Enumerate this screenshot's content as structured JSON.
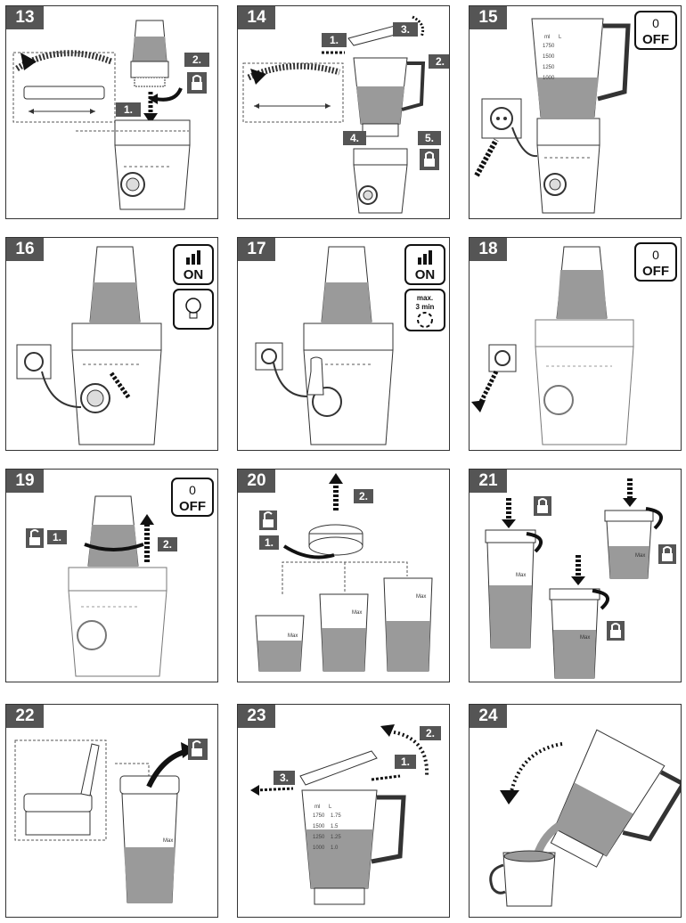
{
  "panels": [
    {
      "number": "13",
      "steps": [
        "1.",
        "2."
      ]
    },
    {
      "number": "14",
      "steps": [
        "1.",
        "2.",
        "3.",
        "4.",
        "5."
      ]
    },
    {
      "number": "15",
      "state": {
        "symbol": "0",
        "label": "OFF"
      }
    },
    {
      "number": "16",
      "state": {
        "symbol": "bars",
        "label": "ON"
      }
    },
    {
      "number": "17",
      "state": {
        "symbol": "bars",
        "label": "ON"
      },
      "timer": {
        "line1": "max.",
        "line2": "3 min"
      }
    },
    {
      "number": "18",
      "state": {
        "symbol": "0",
        "label": "OFF"
      }
    },
    {
      "number": "19",
      "steps": [
        "1.",
        "2."
      ],
      "state": {
        "symbol": "0",
        "label": "OFF"
      }
    },
    {
      "number": "20",
      "steps": [
        "1.",
        "2."
      ]
    },
    {
      "number": "21"
    },
    {
      "number": "22"
    },
    {
      "number": "23",
      "steps": [
        "1.",
        "2.",
        "3."
      ]
    },
    {
      "number": "24"
    }
  ],
  "jar_scale": {
    "unit_ml": "ml",
    "unit_l": "L",
    "marks": [
      "1750",
      "1500",
      "1250",
      "1000"
    ],
    "liters": [
      "1.75",
      "1.5",
      "1.25",
      "1.0"
    ]
  },
  "max_label": "Max",
  "colors": {
    "outline": "#333333",
    "liquid": "#9a9a9a",
    "label_bg": "#555555",
    "arrow": "#222222"
  },
  "icons": [
    "lock-icon",
    "unlock-icon",
    "plug-icon",
    "bulb-icon",
    "rotate-arrow-icon",
    "timer-icon"
  ]
}
